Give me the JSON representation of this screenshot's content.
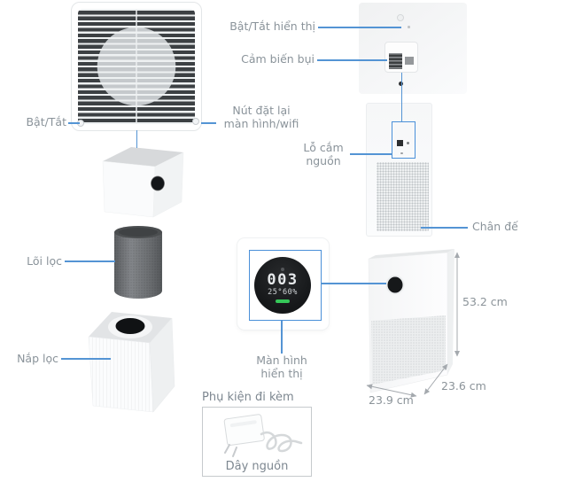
{
  "diagram": {
    "labels": {
      "power_button": "Bật/Tắt",
      "display_toggle": "Bật/Tắt hiển thị",
      "dust_sensor": "Cảm biến bụi",
      "reset_line1": "Nút đặt lại",
      "reset_line2": "màn hình/wifi",
      "power_socket_line1": "Lỗ cắm",
      "power_socket_line2": "nguồn",
      "base": "Chân đế",
      "filter_core": "Lõi lọc",
      "filter_cover": "Nắp lọc",
      "display_line1": "Màn hình",
      "display_line2": "hiển thị"
    },
    "display": {
      "aqi": "003",
      "temp_humidity": "25°60%"
    },
    "dimensions": {
      "height": "53.2 cm",
      "depth": "23.6 cm",
      "width": "23.9 cm"
    },
    "accessories": {
      "title": "Phụ kiện đi kèm",
      "item": "Dây nguồn"
    },
    "colors": {
      "leader_line": "#5494d4",
      "highlight_box": "#4a90d9",
      "label_text": "#8a939a",
      "dimension_text": "#8b9399",
      "aqi_bar_green": "#35c759"
    }
  }
}
